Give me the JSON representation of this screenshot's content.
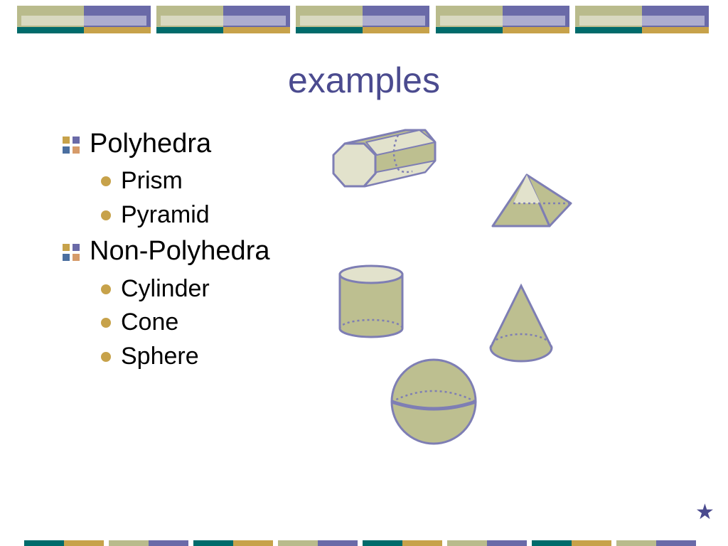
{
  "slide": {
    "title": "examples",
    "bullets": [
      {
        "label": "Polyhedra",
        "children": [
          "Prism",
          "Pyramid"
        ]
      },
      {
        "label": "Non-Polyhedra",
        "children": [
          "Cylinder",
          "Cone",
          "Sphere"
        ]
      }
    ]
  },
  "colors": {
    "title": "#4b4b8f",
    "teal": "#006b6b",
    "purple": "#6a6aa8",
    "olive": "#b9bb8c",
    "gold": "#c7a24a",
    "shape_fill": "#bdbf90",
    "shape_light": "#e2e2cc",
    "shape_stroke": "#7e7eb4"
  },
  "icons": {
    "level1_bullet": "quartered-square-icon",
    "level2_bullet": "gold-dot-icon",
    "corner": "star-icon"
  },
  "corner_mark": "★"
}
